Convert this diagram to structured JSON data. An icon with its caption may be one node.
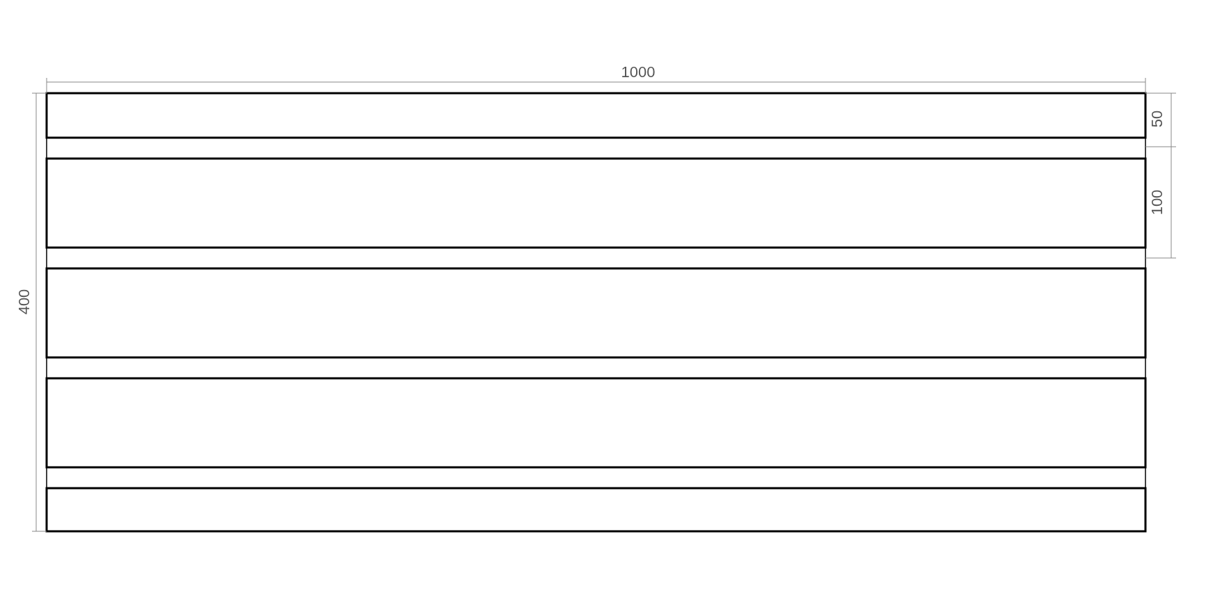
{
  "diagram": {
    "labels": [
      "1000",
      "50",
      "100",
      "400"
    ]
  }
}
